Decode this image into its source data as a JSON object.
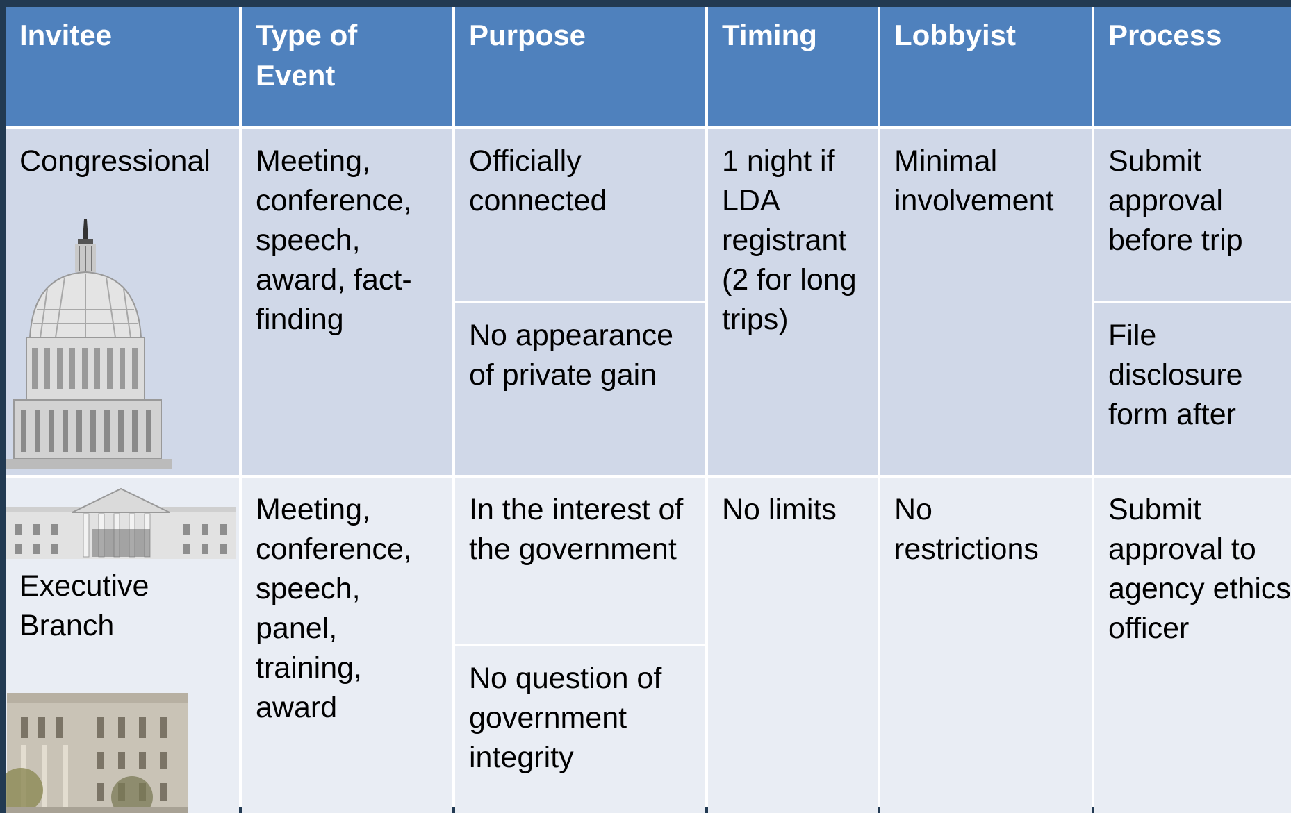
{
  "headers": [
    "Invitee",
    "Type of Event",
    "Purpose",
    "Timing",
    "Lobbyist",
    "Process"
  ],
  "rows": [
    {
      "invitee": "Congressional",
      "type_of_event": "Meeting, conference, speech, award, fact-finding",
      "purpose": [
        "Officially connected",
        "No appearance of private gain"
      ],
      "timing": "1 night if LDA registrant (2 for long trips)",
      "lobbyist": "Minimal involvement",
      "process": [
        "Submit approval before trip",
        "File disclosure form after"
      ]
    },
    {
      "invitee": "Executive Branch",
      "type_of_event": "Meeting, conference, speech, panel, training, award",
      "purpose": [
        "In the interest of the government",
        "No question of government integrity"
      ],
      "timing": "No limits",
      "lobbyist": "No restrictions",
      "process": [
        "Submit approval to agency ethics officer"
      ]
    }
  ],
  "images": {
    "row1": "capitol-dome",
    "row2_top": "white-house",
    "row2_bottom": "government-building"
  },
  "colors": {
    "header": "#4f81bd",
    "row1": "#d0d8e8",
    "row2": "#e9edf4",
    "background": "#223a52"
  }
}
